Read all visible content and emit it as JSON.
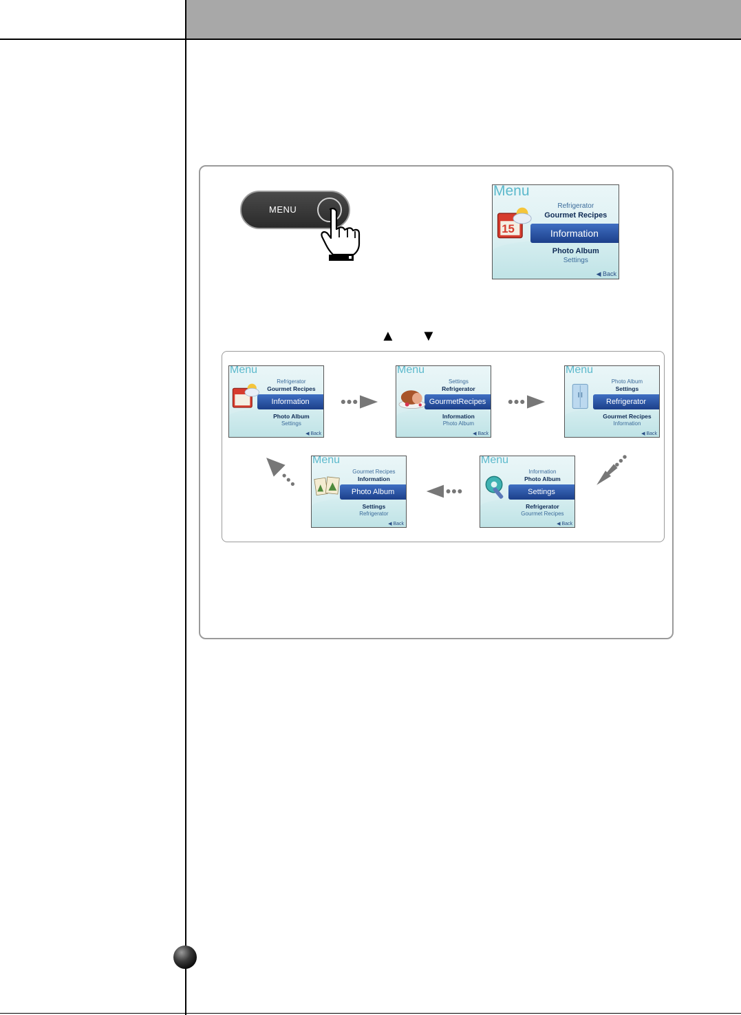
{
  "button": {
    "label": "MENU"
  },
  "arrows": {
    "up": "▲",
    "down": "▼"
  },
  "big_screen": {
    "title": "Menu",
    "above2": "Refrigerator",
    "above1": "Gourmet Recipes",
    "selected": "Information",
    "below1": "Photo Album",
    "below2": "Settings",
    "back": "◀ Back"
  },
  "screens": [
    {
      "title": "Menu",
      "above2": "Refrigerator",
      "above1": "Gourmet Recipes",
      "selected": "Information",
      "below1": "Photo Album",
      "below2": "Settings",
      "back": "◀ Back",
      "icon": "calendar-icon"
    },
    {
      "title": "Menu",
      "above2": "Settings",
      "above1": "Refrigerator",
      "selected": "GourmetRecipes",
      "below1": "Information",
      "below2": "Photo Album",
      "back": "◀ Back",
      "icon": "roast-ham-icon"
    },
    {
      "title": "Menu",
      "above2": "Photo Album",
      "above1": "Settings",
      "selected": "Refrigerator",
      "below1": "Gourmet Recipes",
      "below2": "Information",
      "back": "◀ Back",
      "icon": "refrigerator-icon"
    },
    {
      "title": "Menu",
      "above2": "Information",
      "above1": "Photo Album",
      "selected": "Settings",
      "below1": "Refrigerator",
      "below2": "Gourmet Recipes",
      "back": "◀ Back",
      "icon": "gear-wrench-icon"
    },
    {
      "title": "Menu",
      "above2": "Gourmet Recipes",
      "above1": "Information",
      "selected": "Photo Album",
      "below1": "Settings",
      "below2": "Refrigerator",
      "back": "◀ Back",
      "icon": "photo-album-icon"
    }
  ]
}
